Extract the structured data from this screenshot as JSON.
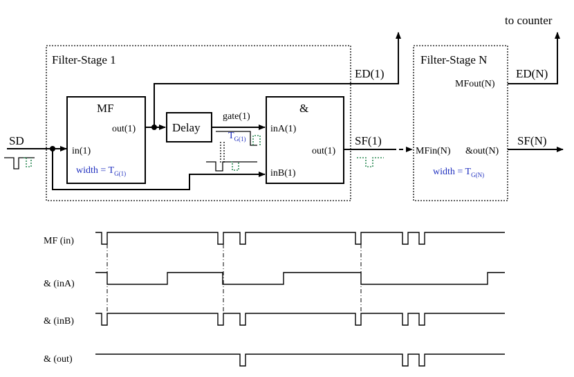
{
  "labels": {
    "to_counter": "to counter",
    "stage1_title": "Filter-Stage 1",
    "stageN_title": "Filter-Stage N",
    "sd": "SD",
    "mf_title": "MF",
    "mf_in": "in(1)",
    "mf_out": "out(1)",
    "mf_width": "width = T",
    "mf_width_sub": "G(1)",
    "delay": "Delay",
    "gate": "gate(1)",
    "tg1": "T",
    "tg1_sub": "G(1)",
    "and_title": "&",
    "and_inA": "inA(1)",
    "and_inB": "inB(1)",
    "and_out": "out(1)",
    "ed1": "ED(1)",
    "sf1": "SF(1)",
    "edN": "ED(N)",
    "mfoutN": "MFout(N)",
    "mfinN": "MFin(N)",
    "andoutN": "&out(N)",
    "sfN": "SF(N)",
    "widthN": "width = T",
    "widthN_sub": "G(N)"
  },
  "timing": {
    "rows": [
      {
        "label": "MF (in)"
      },
      {
        "label": "& (inA)"
      },
      {
        "label": "& (inB)"
      },
      {
        "label": "& (out)"
      }
    ]
  }
}
